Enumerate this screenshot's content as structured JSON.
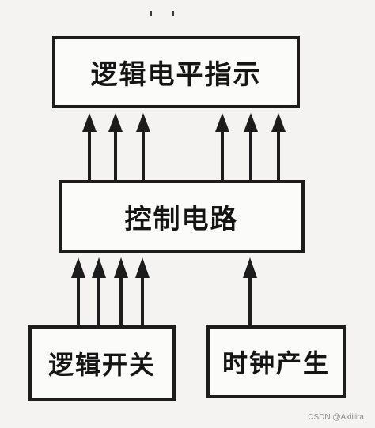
{
  "blocks": {
    "display": {
      "label": "逻辑电平指示"
    },
    "control": {
      "label": "控制电路"
    },
    "switch": {
      "label": "逻辑开关"
    },
    "clock": {
      "label": "时钟产生"
    }
  },
  "connections": [
    {
      "from": "control",
      "to": "display",
      "count": 6
    },
    {
      "from": "switch",
      "to": "control",
      "count": 4
    },
    {
      "from": "clock",
      "to": "control",
      "count": 1
    }
  ],
  "watermark": "CSDN @Akiiiira"
}
